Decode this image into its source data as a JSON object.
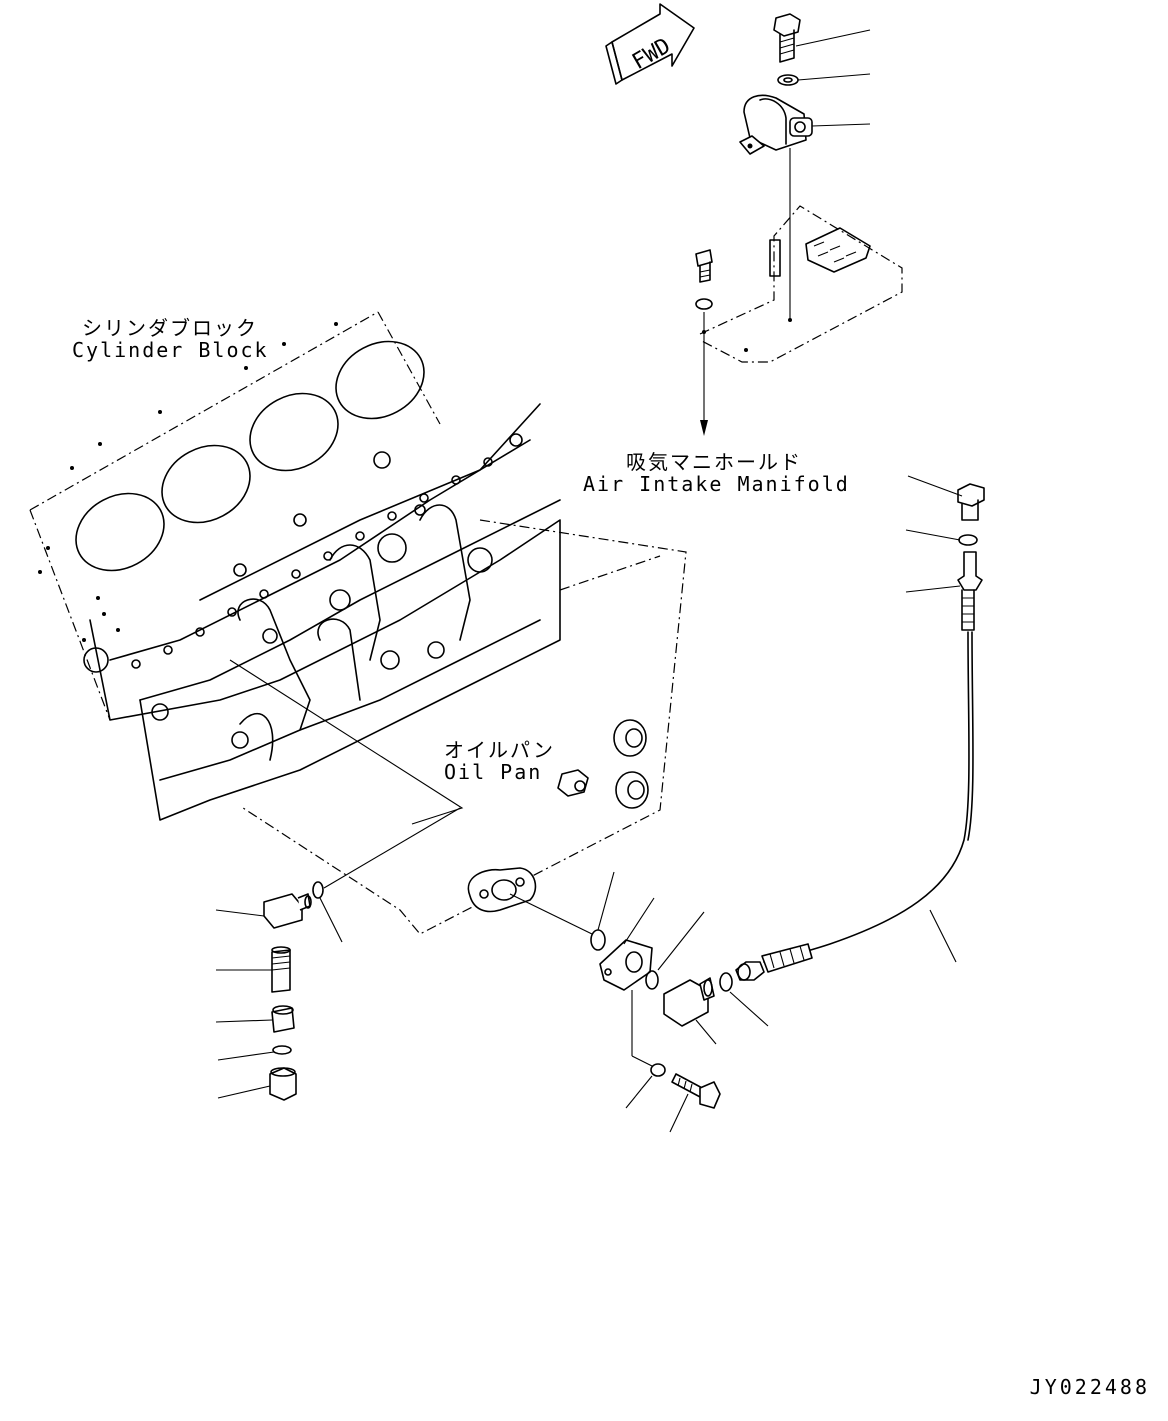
{
  "labels": {
    "cylinder_block_jp": "シリンダブロック",
    "cylinder_block_en": "Cylinder Block",
    "air_intake_jp": "吸気マニホールド",
    "air_intake_en": "Air Intake Manifold",
    "oil_pan_jp": "オイルパン",
    "oil_pan_en": "Oil Pan",
    "fwd": "FWD"
  },
  "drawing_number": "JY022488"
}
